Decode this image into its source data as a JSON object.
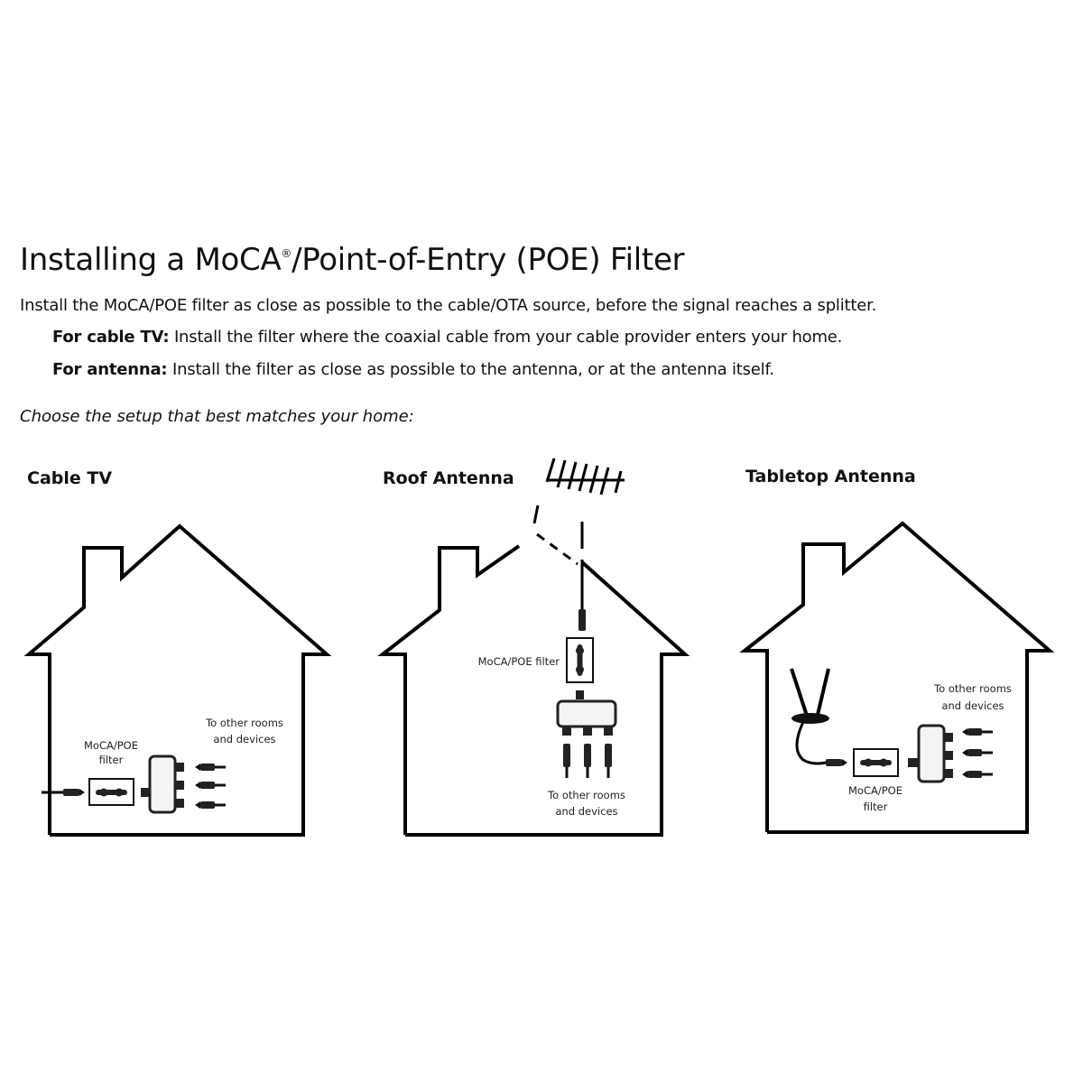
{
  "title": {
    "main": "Installing a MoCA",
    "superscript": "®",
    "rest": "/Point-of-Entry (POE) Filter"
  },
  "intro": "Install the MoCA/POE filter as close as possible to the cable/OTA source, before the signal reaches a splitter.",
  "notes": [
    {
      "label": "For cable TV:",
      "text": " Install the filter where the coaxial cable from your cable provider enters your home."
    },
    {
      "label": "For antenna:",
      "text": " Install the filter as close as possible to the antenna, or at the antenna itself."
    }
  ],
  "choose_prompt": "Choose the setup that best matches your home:",
  "setups": [
    {
      "heading": "Cable TV",
      "filter_label_line1": "MoCA/POE",
      "filter_label_line2": "filter",
      "devices_label_line1": "To other rooms",
      "devices_label_line2": "and devices"
    },
    {
      "heading": "Roof Antenna",
      "filter_label_line1": "MoCA/POE filter",
      "devices_label_line1": "To other rooms",
      "devices_label_line2": "and devices"
    },
    {
      "heading": "Tabletop Antenna",
      "filter_label_line1": "MoCA/POE",
      "filter_label_line2": "filter",
      "devices_label_line1": "To other rooms",
      "devices_label_line2": "and devices"
    }
  ]
}
